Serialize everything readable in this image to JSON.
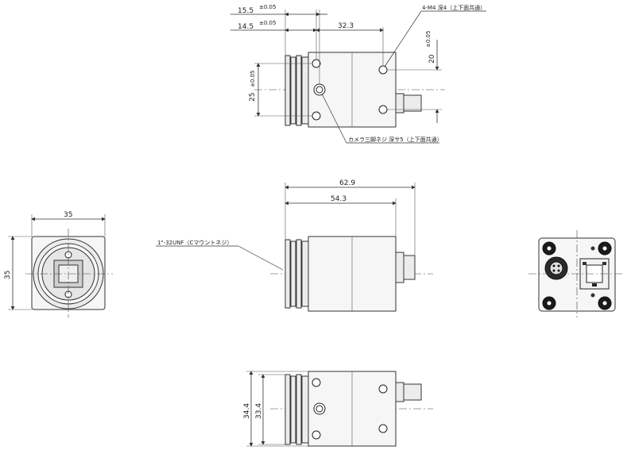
{
  "top_view": {
    "dim_15_5": "15.5",
    "tol_15_5": "±0.05",
    "dim_14_5": "14.5",
    "tol_14_5": "±0.05",
    "dim_32_3": "32.3",
    "dim_20": "20",
    "tol_20": "±0.05",
    "dim_25": "25",
    "tol_25": "±0.05",
    "note_m4": "4-M4  深4（上下面共通）",
    "note_tripod": "カメラ三脚ネジ  深サ5（上下面共通）"
  },
  "front_view": {
    "dim_width": "35",
    "dim_height": "35"
  },
  "side_view": {
    "dim_62_9": "62.9",
    "dim_54_3": "54.3",
    "note_mount": "1\"-32UNF（Cマウントネジ）"
  },
  "bottom_view": {
    "dim_34_4": "34.4",
    "dim_33_4": "33.4"
  }
}
